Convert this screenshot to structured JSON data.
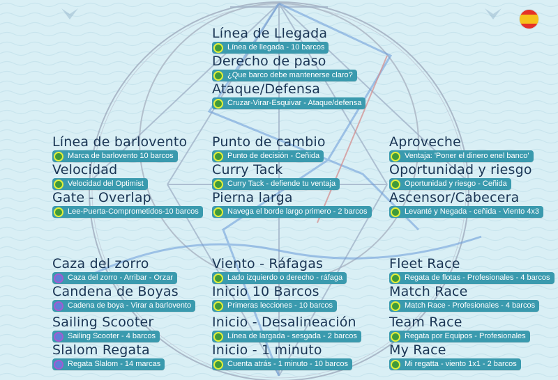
{
  "language": {
    "flag": "spain-flag",
    "colors": [
      "#e53128",
      "#f6c21c"
    ]
  },
  "accent": {
    "pill": "#3a9aae",
    "title": "#1a3554",
    "dot_green": "#3f9a3a",
    "dot_ring_yellow": "#e3ef3a",
    "dot_ring_purple": "#a45ad0"
  },
  "columns": {
    "center_top": [
      {
        "title": "Línea de Llegada",
        "sub": "Línea de llegada - 10 barcos",
        "dot": "green"
      },
      {
        "title": "Derecho de paso",
        "sub": "¿Que barco debe mantenerse claro?",
        "dot": "green"
      },
      {
        "title": "Ataque/Defensa",
        "sub": "Cruzar-Virar-Esquivar - Ataque/defensa",
        "dot": "green"
      }
    ],
    "left_mid": [
      {
        "title": "Línea de barlovento",
        "sub": "Marca de barlovento 10 barcos",
        "dot": "green"
      },
      {
        "title": "Velocidad",
        "sub": "Velocidad del Optimist",
        "dot": "green"
      },
      {
        "title": "Gate - Overlap",
        "sub": "Lee-Puerta-Comprometidos-10 barcos",
        "dot": "green"
      }
    ],
    "center_mid": [
      {
        "title": "Punto de cambio",
        "sub": "Punto de decisión - Ceñida",
        "dot": "green"
      },
      {
        "title": "Curry Tack",
        "sub": "Curry Tack - defiende tu ventaja",
        "dot": "green"
      },
      {
        "title": "Pierna larga",
        "sub": "Navega el borde largo primero - 2 barcos",
        "dot": "green"
      }
    ],
    "right_mid": [
      {
        "title": "Aproveche",
        "sub": "Ventaja: 'Poner el dinero enel banco'",
        "dot": "green"
      },
      {
        "title": "Oportunidad y riesgo",
        "sub": "Oportunidad y riesgo - Ceñida",
        "dot": "green"
      },
      {
        "title": "Ascensor/Cabecera",
        "sub": "Levanté y Negada - ceñida - Viento 4x3",
        "dot": "green"
      }
    ],
    "left_bottom": [
      {
        "title": "Caza del zorro",
        "sub": "Caza del zorro - Arribar - Orzar",
        "dot": "purple"
      },
      {
        "title": "Candena de Boyas",
        "sub": "Cadena de boya - Virar a barlovento",
        "dot": "purple"
      },
      {
        "title": "Sailing Scooter",
        "sub": "Sailing Scooter - 4 barcos",
        "dot": "purple"
      },
      {
        "title": "Slalom Regata",
        "sub": "Regata Slalom - 14 marcas",
        "dot": "purple"
      }
    ],
    "center_bottom": [
      {
        "title": "Viento - Ráfagas",
        "sub": "Lado izquierdo o derecho - ráfaga",
        "dot": "green"
      },
      {
        "title": "Inicio 10 Barcos",
        "sub": "Primeras lecciones - 10 barcos",
        "dot": "green"
      },
      {
        "title": "Inicio - Desalineación",
        "sub": "Línea de largada - sesgada - 2 barcos",
        "dot": "green"
      },
      {
        "title": "Inicio - 1 minuto",
        "sub": "Cuenta atrás - 1 minuto - 10 barcos",
        "dot": "green"
      }
    ],
    "right_bottom": [
      {
        "title": "Fleet Race",
        "sub": "Regata de flotas - Profesionales - 4 barcos",
        "dot": "green"
      },
      {
        "title": "Match Race",
        "sub": "Match Race - Profesionales - 4 barcos",
        "dot": "green"
      },
      {
        "title": "Team Race",
        "sub": "Regata por Equipos - Profesionales",
        "dot": "green"
      },
      {
        "title": "My Race",
        "sub": "Mi regatta - viento 1x1 - 2 barcos",
        "dot": "green"
      }
    ]
  }
}
